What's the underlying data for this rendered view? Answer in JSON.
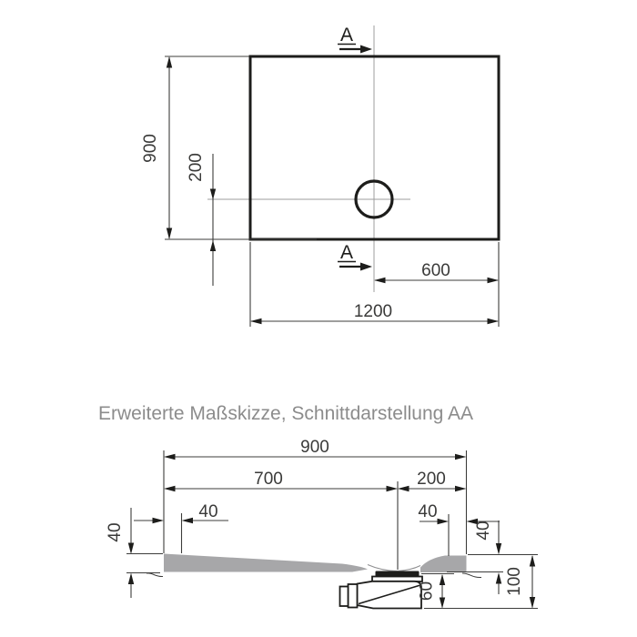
{
  "section_title": "Erweiterte Maßskizze, Schnittdarstellung AA",
  "plan_view": {
    "section_marker_top": "A",
    "section_marker_bottom": "A",
    "dims": {
      "height": "900",
      "drain_from_bottom": "200",
      "drain_from_right": "600",
      "width": "1200"
    }
  },
  "section_view": {
    "dims": {
      "overall_width": "900",
      "drain_from_left": "700",
      "drain_from_right": "200",
      "rim_width_left": "40",
      "rim_height_left": "40",
      "rim_width_right": "40",
      "rim_height_right": "40",
      "trap_height": "60",
      "total_height": "100"
    }
  },
  "colors": {
    "line": "#1d1d1b",
    "tray_fill": "#a7a7a9",
    "centerline": "#9c9c9c",
    "title_text": "#8c8c8c",
    "dim_text": "#3a3a39"
  }
}
